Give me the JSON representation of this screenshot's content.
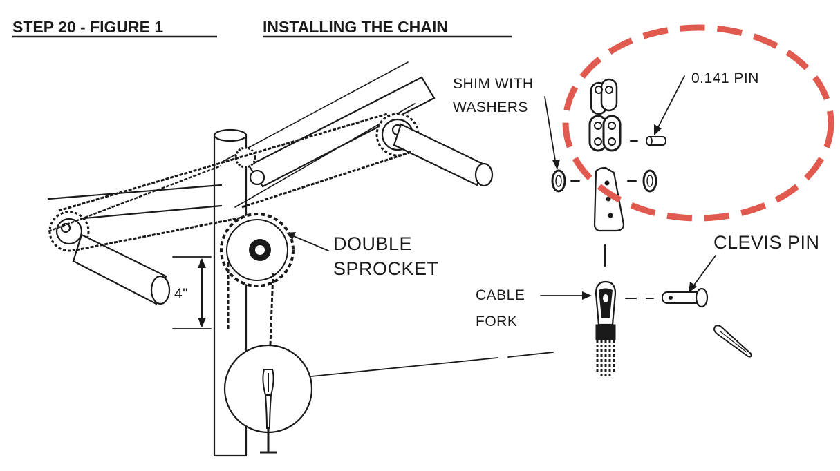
{
  "title": {
    "left": "STEP 20 - FIGURE 1",
    "right": "INSTALLING THE CHAIN"
  },
  "labels": {
    "shim_line1": "SHIM WITH",
    "shim_line2": "WASHERS",
    "pin": "0.141 PIN",
    "double_line1": "DOUBLE",
    "double_line2": "SPROCKET",
    "clevis": "CLEVIS PIN",
    "cable_line1": "CABLE",
    "cable_line2": "FORK",
    "dimension": "4\""
  },
  "colors": {
    "ink": "#1a1a1a",
    "highlight": "#e05a4f",
    "background": "#ffffff"
  },
  "icons": {
    "dimension_arrow": "double-headed-arrow"
  }
}
